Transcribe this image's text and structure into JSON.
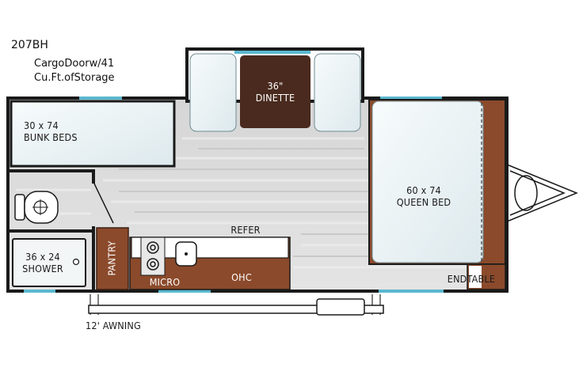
{
  "model": "207BH",
  "cargo_note": [
    "CargoDoorw/41",
    "Cu.Ft.ofStorage"
  ],
  "labels": {
    "dinette": [
      "36\"",
      "DINETTE"
    ],
    "bunk_beds": [
      "30 x 74",
      "BUNK BEDS"
    ],
    "queen_bed": [
      "60 x 74",
      "QUEEN BED"
    ],
    "refer": "REFER",
    "pantry": "PANTRY",
    "micro": "MICRO",
    "ohc": "OHC",
    "shower": [
      "36 x 24",
      "SHOWER"
    ],
    "endtable": "ENDTABLE",
    "awning": "12' AWNING"
  },
  "colors": {
    "wall": "#1a1a1a",
    "floor": "#dcdcdc",
    "cabinet": "#8b4a2b",
    "dinette_table": "#4a2a1e",
    "bed": "#eef6f8",
    "window": "#5ab8d0"
  }
}
